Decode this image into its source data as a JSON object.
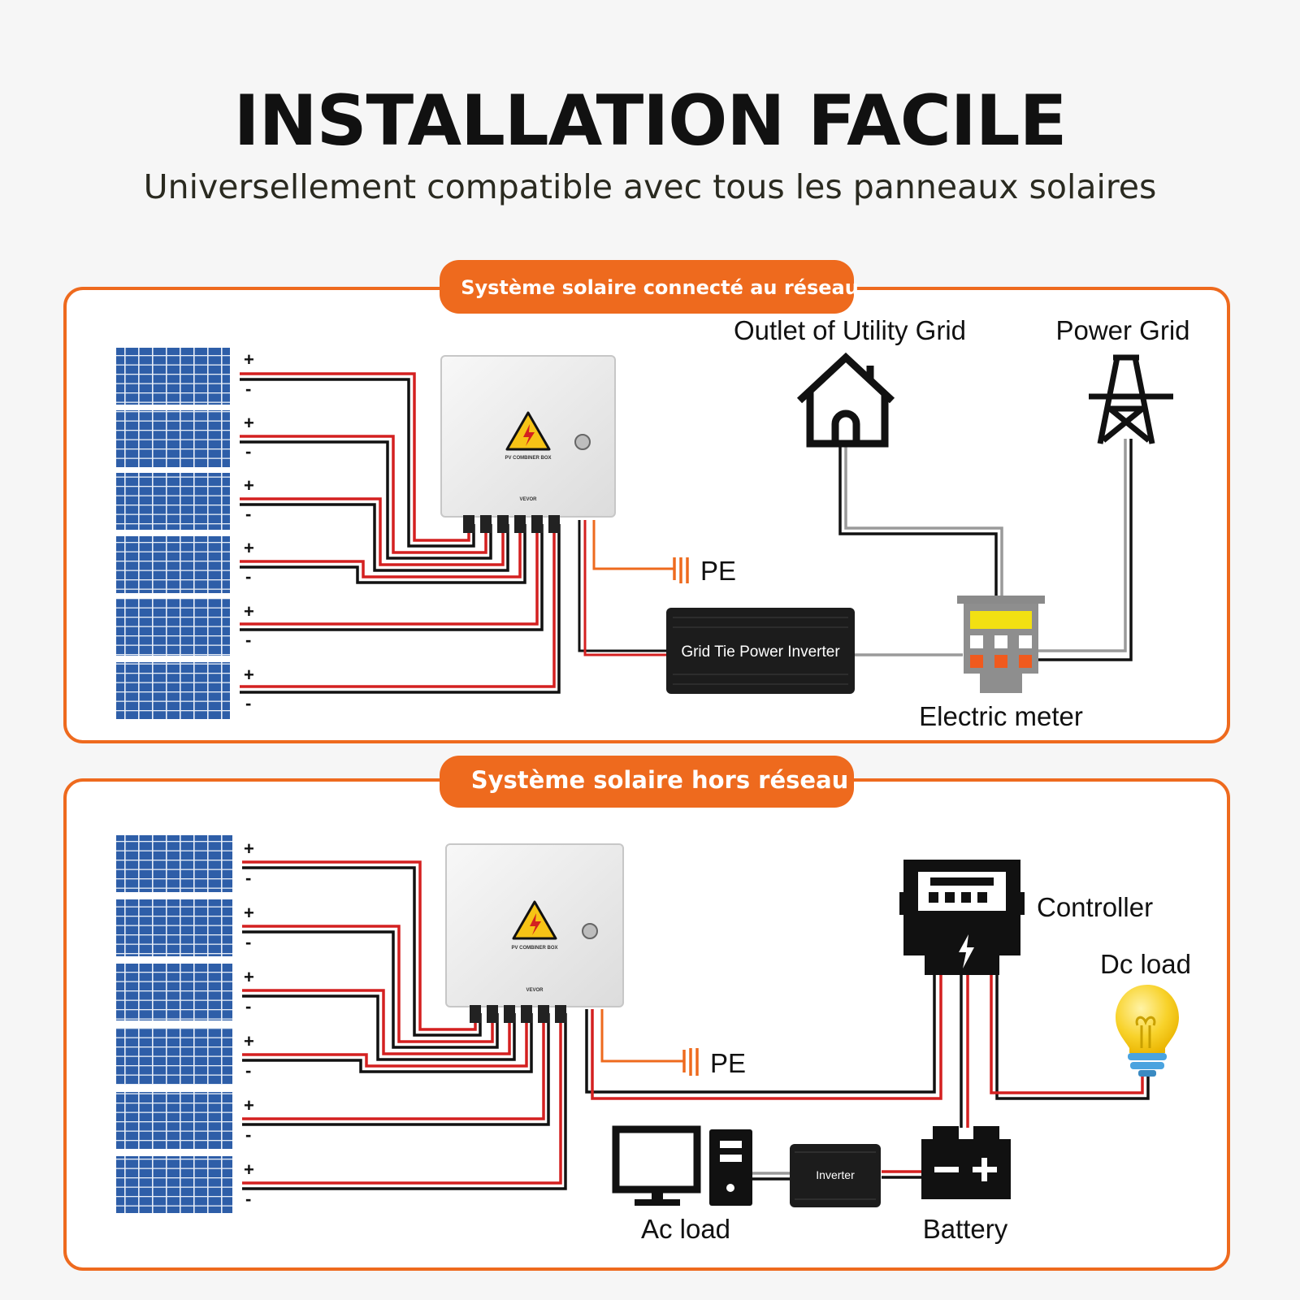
{
  "header": {
    "title": "INSTALLATION FACILE",
    "subtitle": "Universellement compatible avec tous les panneaux solaires"
  },
  "grid_tie": {
    "banner": "Système solaire connecté au réseau",
    "pe_label": "PE",
    "house_label": "Outlet of Utility Grid",
    "grid_label": "Power Grid",
    "inverter_label": "Grid Tie Power Inverter",
    "meter_label": "Electric meter",
    "combiner": {
      "warning": "PV COMBINER BOX",
      "brand": "VEVOR"
    }
  },
  "off_grid": {
    "banner": "Système solaire hors réseau",
    "pe_label": "PE",
    "controller_label": "Controller",
    "dc_load_label": "Dc load",
    "ac_load_label": "Ac load",
    "inverter_label": "Inverter",
    "battery_label": "Battery",
    "combiner": {
      "warning": "PV COMBINER BOX",
      "brand": "VEVOR"
    }
  },
  "polarity": {
    "plus": "+",
    "minus": "-"
  },
  "colors": {
    "accent": "#ee6a1e",
    "panel_blue": "#2e5ea8",
    "wire_red": "#d42020",
    "wire_black": "#111111",
    "wire_gray": "#9a9a9a",
    "warning_yellow": "#f6c316",
    "meter_orange": "#f05a1e",
    "bulb_yellow": "#f8d22a",
    "bulb_base": "#4aa3df"
  }
}
